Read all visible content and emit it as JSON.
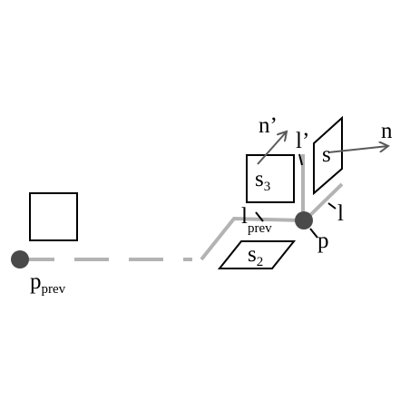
{
  "labels": {
    "p_prev": {
      "main": "p",
      "sub": "prev"
    },
    "p": "p",
    "l": "l",
    "l_prime": "l’",
    "l_prev": {
      "main": "l",
      "sub": "prev"
    },
    "n": "n",
    "n_prime": "n’",
    "s": "s",
    "s2": {
      "main": "s",
      "sub": "2"
    },
    "s3": {
      "main": "s",
      "sub": "3"
    }
  },
  "colors": {
    "path": "#b3b3b3",
    "point": "#4a4a4a",
    "outline": "#000000",
    "arrow": "#5a5a5a",
    "text": "#000000"
  }
}
